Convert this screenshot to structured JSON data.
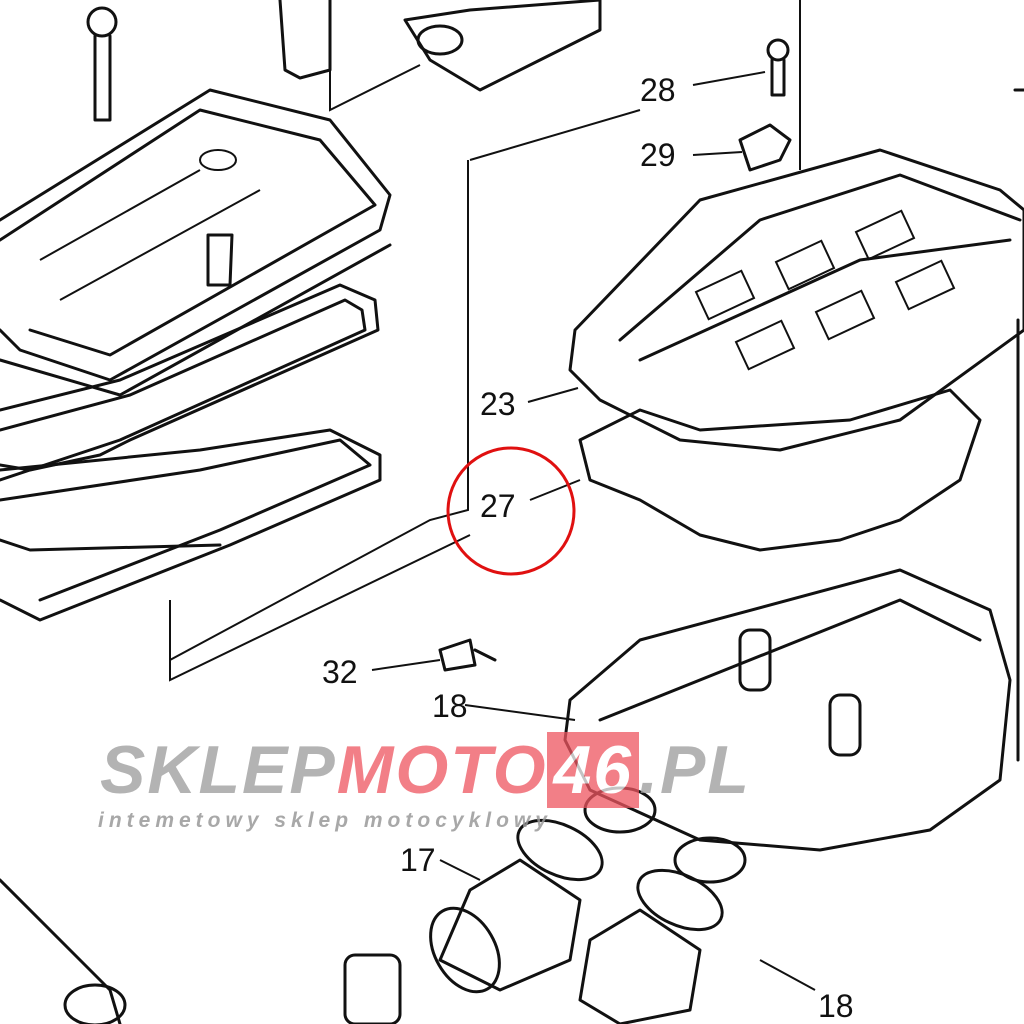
{
  "diagram": {
    "labels": {
      "p28": "28",
      "p29": "29",
      "p23": "23",
      "p27": "27",
      "p32": "32",
      "p18a": "18",
      "p17": "17",
      "p18b": "18"
    },
    "highlight_color": "#e01010"
  },
  "watermark": {
    "part1": "SKLEP",
    "part2": "MOTO",
    "part3": "46",
    "part4": ".PL",
    "subtitle": "intemetowy sklep motocyklowy"
  }
}
